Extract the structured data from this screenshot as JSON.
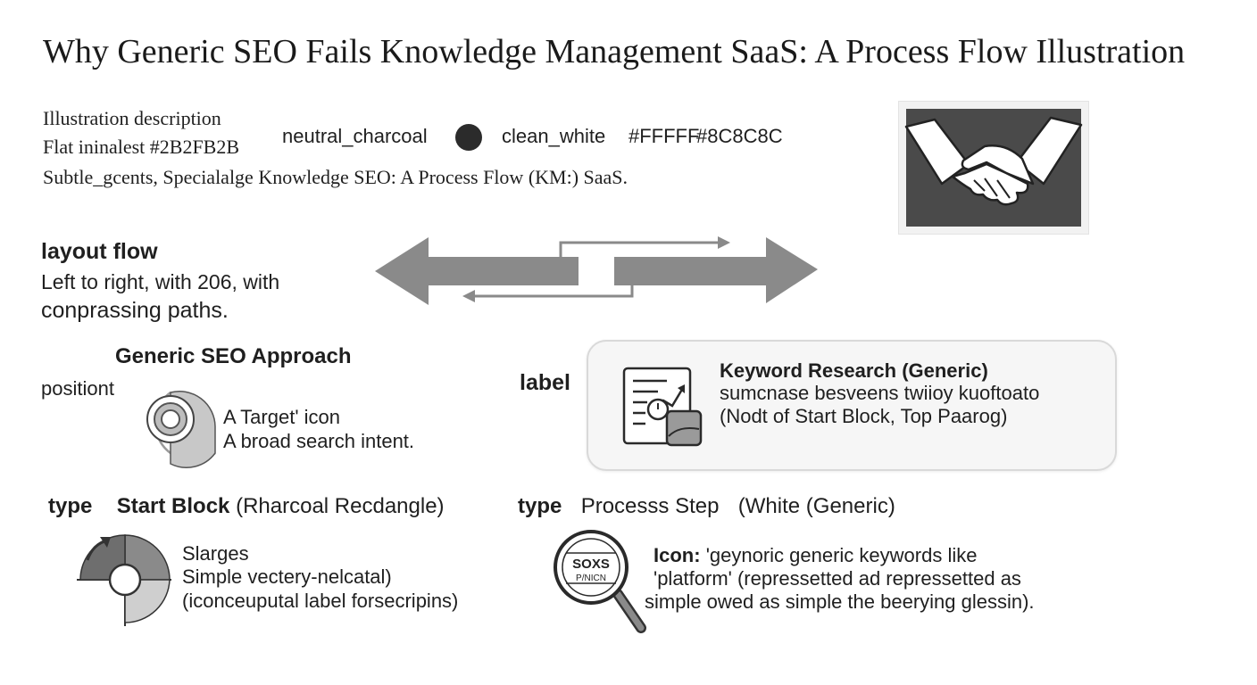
{
  "title": "Why Generic SEO Fails Knowledge Management SaaS: A Process Flow Illustration",
  "description": {
    "line1": "Illustration description",
    "line2": "Flat ininalest  #2B2FB2B",
    "palette_name_1": "neutral_charcoal",
    "palette_name_2": "clean_white",
    "hex_1": "#FFFFF",
    "hex_2": "#8C8C8C",
    "line3": "Subtle_gcents, Specialalge Knowledge SEO: A Process Flow (KM:) SaaS."
  },
  "layout": {
    "heading": "layout flow",
    "line1": "Left to right, with 206, with",
    "line2": "conprassing  paths."
  },
  "generic": {
    "heading": "Generic SEO Approach",
    "position_label": "positiont",
    "icon_line1": "A Target' icon",
    "icon_line2": "A broad search intent."
  },
  "keyword_card": {
    "side_label": "label",
    "title": "Keyword Research (Generic)",
    "line1": "sumcnase besveens twiioy kuoftoato",
    "line2": "(Nodt of Start Block, Top Paarog)"
  },
  "start_block": {
    "type_label": "type",
    "name": "Start Block",
    "paren": "(Rharcoal Recdangle)",
    "line1": "Slarges",
    "line2": "Simple vectery-nelcatal)",
    "line3": "(iconceuputal label forsecripins)"
  },
  "process_step": {
    "type_label": "type",
    "name": "Processs Step",
    "paren": "(White (Generic)",
    "icon_label": "Icon:",
    "line1": "'geynoric  generic keywords like",
    "line2": "'platform' (repressetted ad repressetted as",
    "line3": "simple owed as simple the beerying glessin).",
    "magnifier_text_1": "SOXS",
    "magnifier_text_2": "P/NICN"
  },
  "colors": {
    "charcoal": "#2B2B2B",
    "gray": "#8C8C8C",
    "white": "#FFFFFF",
    "icon_bg": "#4a4a4a"
  },
  "icons": [
    "handshake-icon",
    "bidirectional-arrows-icon",
    "target-icon",
    "document-chart-icon",
    "pie-target-icon",
    "magnifier-icon"
  ]
}
